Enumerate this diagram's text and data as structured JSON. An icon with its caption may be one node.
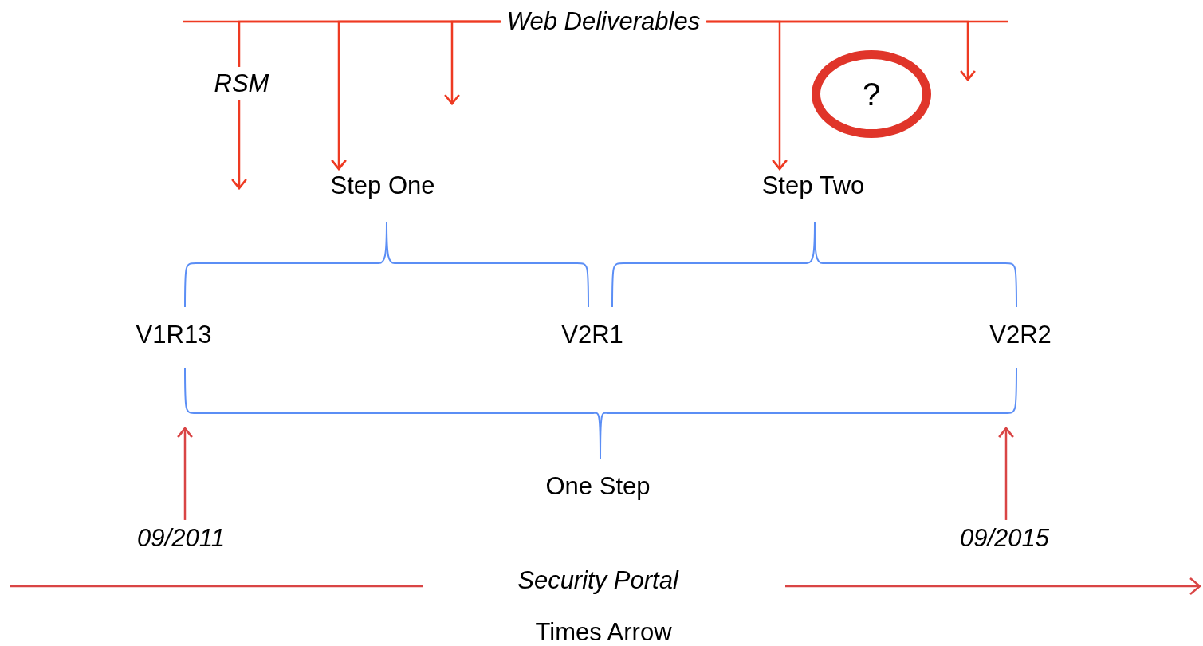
{
  "diagram": {
    "nodes": [
      {
        "text": [
          "Web Deliverables"
        ]
      },
      {
        "text": [
          "Step One"
        ]
      },
      {
        "text": [
          "Step Two"
        ]
      },
      {
        "text": [
          "?"
        ]
      },
      {
        "text": [
          "V1R13"
        ]
      },
      {
        "text": [
          "V2R2"
        ]
      },
      {
        "text": [
          "09/2011"
        ]
      },
      {
        "text": [
          "09/2015"
        ]
      }
    ],
    "edges": [
      {
        "from": 0,
        "to": null,
        "arrow": "to",
        "label": "RSM"
      },
      {
        "from": 0,
        "to": 1,
        "arrow": "to"
      },
      {
        "from": 0,
        "to": null,
        "arrow": "to"
      },
      {
        "from": 0,
        "to": 2,
        "arrow": "to"
      },
      {
        "from": 0,
        "to": null,
        "arrow": "to"
      },
      {
        "from": 6,
        "to": 4,
        "arrow": "to"
      },
      {
        "from": 7,
        "to": 5,
        "arrow": "to"
      }
    ],
    "labels": [
      "V2R1",
      "One Step",
      "Security Portal",
      "Times Arrow"
    ]
  }
}
